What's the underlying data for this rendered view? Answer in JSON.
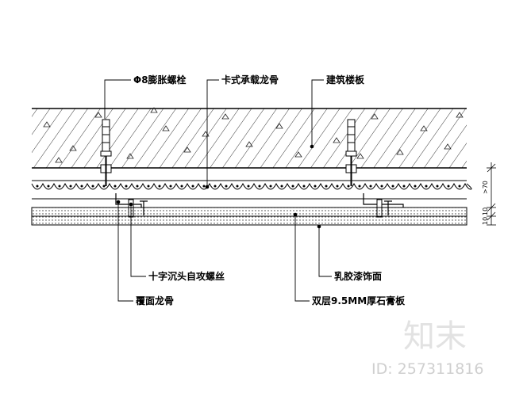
{
  "labels": {
    "bolt": "Φ8膨胀螺栓",
    "carrier_keel": "卡式承载龙骨",
    "slab": "建筑楼板",
    "screw": "十字沉头自攻螺丝",
    "cover_keel": "覆面龙骨",
    "latex_paint": "乳胶漆饰面",
    "gypsum": "双层9.5MM厚石膏板"
  },
  "dimensions": {
    "gap": ">70",
    "board_a": "10",
    "board_b": "10"
  },
  "watermark": {
    "brand": "知末",
    "id": "ID: 257311816"
  }
}
